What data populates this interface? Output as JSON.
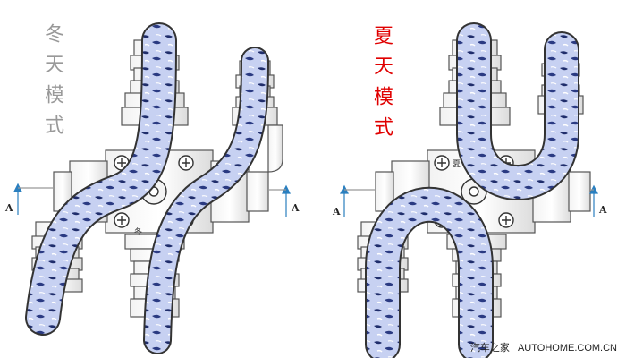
{
  "labels": {
    "winter": {
      "text": "冬天模式",
      "color": "#999999"
    },
    "summer": {
      "text": "夏天模式",
      "color": "#e00000"
    }
  },
  "section_marker": "A",
  "valve_marks": {
    "winter": "冬",
    "summer": "夏"
  },
  "watermark": {
    "brand_cn": "汽车之家",
    "site": "AUTOHOME.COM.CN"
  },
  "colors": {
    "pipe_stroke": "#555555",
    "hose_fill": "#b9c6ee",
    "hose_dark": "#1f2d6b",
    "arrow": "#2a7fbf"
  }
}
